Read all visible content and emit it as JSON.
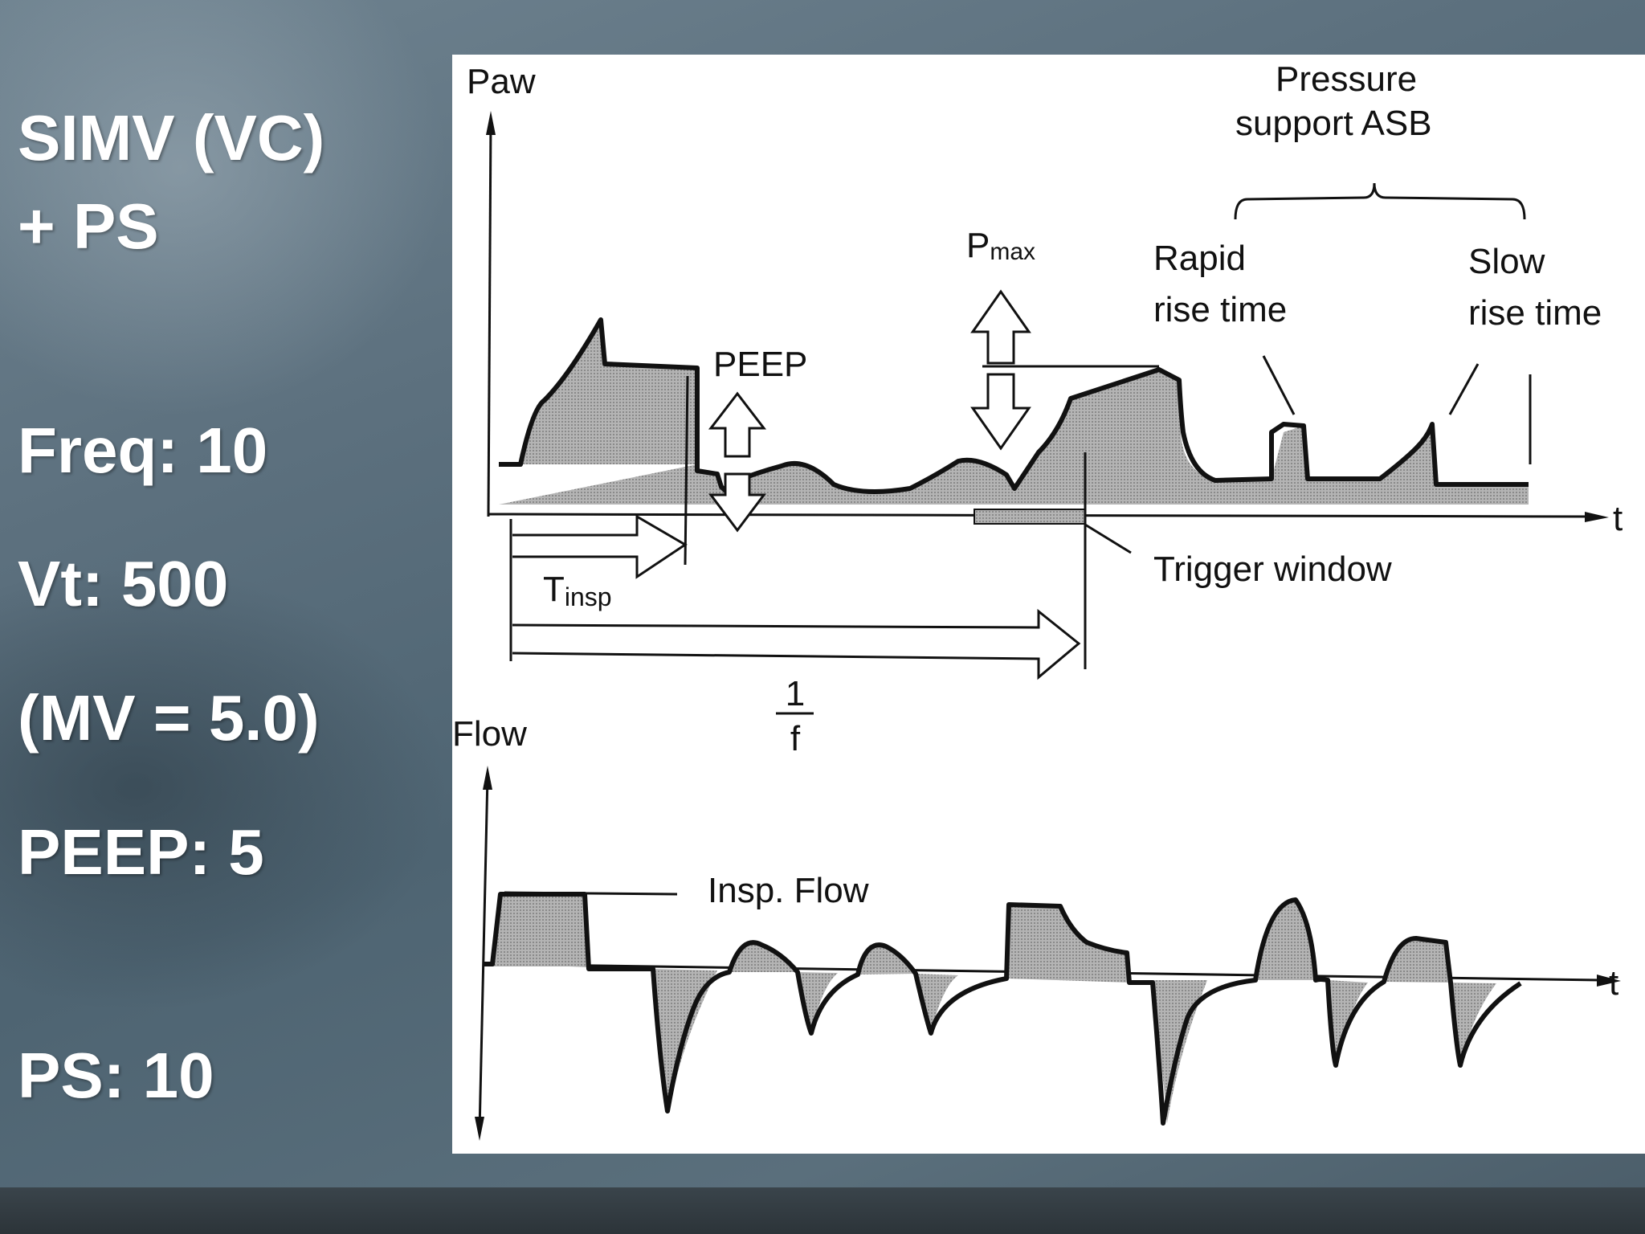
{
  "slide": {
    "mode_line1": "SIMV (VC)",
    "mode_line2": "+ PS",
    "freq": "Freq: 10",
    "vt": "Vt: 500",
    "mv": "(MV = 5.0)",
    "peep": "PEEP: 5",
    "ps": "PS: 10"
  },
  "diagram": {
    "paw_axis_label": "Paw",
    "flow_axis_label": "Flow",
    "time_label": "t",
    "pressure_support_line1": "Pressure",
    "pressure_support_line2": "support  ASB",
    "pmax_main": "P",
    "pmax_sub": "max",
    "peep_label": "PEEP",
    "rapid_line1": "Rapid",
    "rapid_line2": "rise time",
    "slow_line1": "Slow",
    "slow_line2": "rise time",
    "trigger_window": "Trigger window",
    "tinsp_main": "T",
    "tinsp_sub": "insp",
    "freq_num": "1",
    "freq_den": "f",
    "insp_flow": "Insp. Flow"
  },
  "colors": {
    "text": "#ffffff",
    "figure_bg": "#ffffff",
    "shade": "#a9a9a9",
    "ink": "#111111"
  }
}
